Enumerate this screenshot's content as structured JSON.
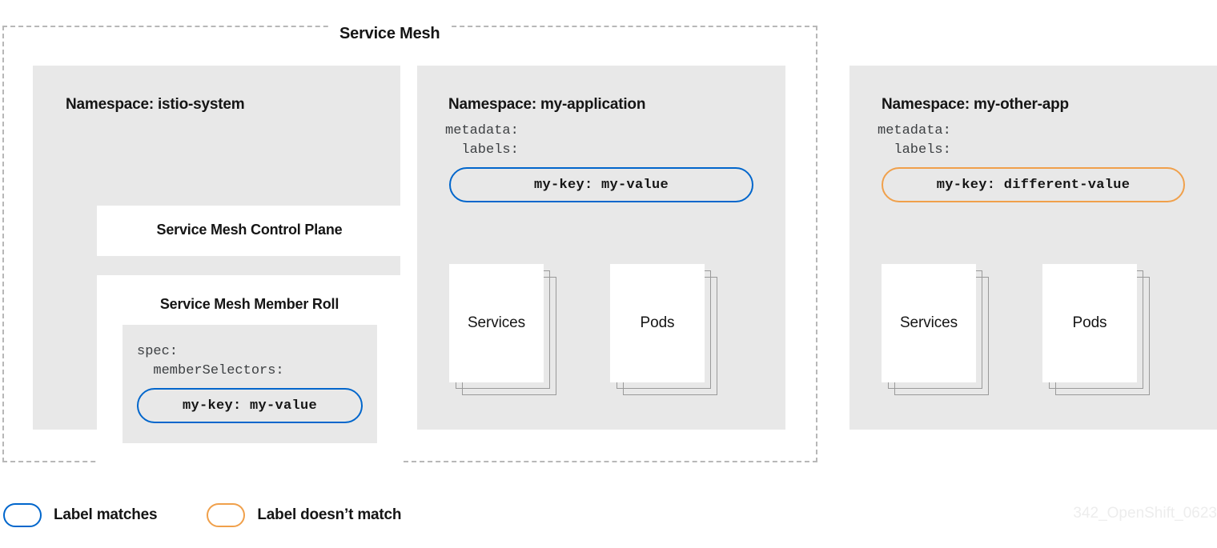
{
  "diagram": {
    "boundary_label": "Service Mesh",
    "colors": {
      "match": "#0066cc",
      "no_match": "#f0a04b",
      "panel_bg": "#e8e8e8",
      "boundary_dash": "#b8b8b8",
      "text": "#151515"
    }
  },
  "namespaces": [
    {
      "id": "istio-system",
      "prefix": "Namespace:",
      "name": "istio-system",
      "cards": [
        {
          "id": "smcp",
          "title": "Service Mesh Control Plane"
        },
        {
          "id": "smmr",
          "title": "Service Mesh Member Roll",
          "yaml": "spec:\n  memberSelectors:",
          "pill": {
            "text": "my-key: my-value",
            "state": "match"
          }
        }
      ]
    },
    {
      "id": "my-application",
      "prefix": "Namespace:",
      "name": "my-application",
      "yaml": "metadata:\n  labels:",
      "pill": {
        "text": "my-key: my-value",
        "state": "match"
      },
      "resources": [
        {
          "id": "services",
          "label": "Services"
        },
        {
          "id": "pods",
          "label": "Pods"
        }
      ]
    },
    {
      "id": "my-other-app",
      "prefix": "Namespace:",
      "name": "my-other-app",
      "yaml": "metadata:\n  labels:",
      "pill": {
        "text": "my-key: different-value",
        "state": "no-match"
      },
      "resources": [
        {
          "id": "services",
          "label": "Services"
        },
        {
          "id": "pods",
          "label": "Pods"
        }
      ]
    }
  ],
  "legend": {
    "items": [
      {
        "id": "match",
        "label": "Label matches",
        "color": "#0066cc"
      },
      {
        "id": "no-match",
        "label": "Label doesn’t match",
        "color": "#f0a04b"
      }
    ]
  },
  "watermark": "342_OpenShift_0623"
}
